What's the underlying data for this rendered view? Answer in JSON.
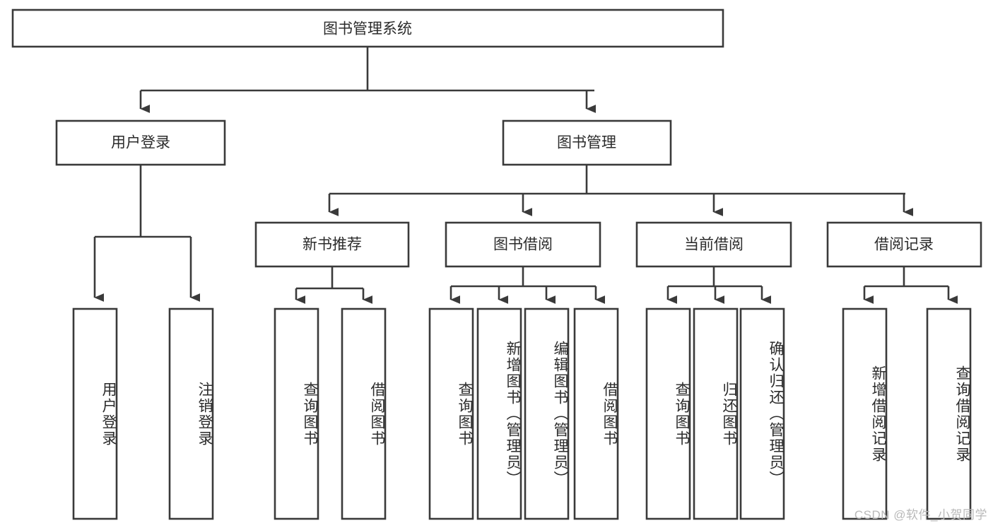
{
  "diagram": {
    "title": "图书管理系统",
    "type": "tree-hierarchy-chart",
    "background_color": "#ffffff",
    "line_color": "#3a3a3a",
    "text_color": "#2b2b2b",
    "root": {
      "label": "图书管理系统",
      "orientation": "horizontal"
    },
    "level2": [
      {
        "label": "用户登录",
        "orientation": "horizontal"
      },
      {
        "label": "图书管理",
        "orientation": "horizontal"
      }
    ],
    "level3": [
      {
        "label": "新书推荐",
        "orientation": "horizontal"
      },
      {
        "label": "图书借阅",
        "orientation": "horizontal"
      },
      {
        "label": "当前借阅",
        "orientation": "horizontal"
      },
      {
        "label": "借阅记录",
        "orientation": "horizontal"
      }
    ],
    "leaves": {
      "user_login": [
        {
          "label": "用户登录",
          "orientation": "vertical"
        },
        {
          "label": "注销登录",
          "orientation": "vertical"
        }
      ],
      "new_book_recommend": [
        {
          "label": "查询图书",
          "orientation": "vertical"
        },
        {
          "label": "借阅图书",
          "orientation": "vertical"
        }
      ],
      "book_borrow": [
        {
          "label": "查询图书",
          "orientation": "vertical"
        },
        {
          "label": "新增图书（管理员）",
          "orientation": "vertical"
        },
        {
          "label": "编辑图书（管理员）",
          "orientation": "vertical"
        },
        {
          "label": "借阅图书",
          "orientation": "vertical"
        }
      ],
      "current_borrow": [
        {
          "label": "查询图书",
          "orientation": "vertical"
        },
        {
          "label": "归还图书",
          "orientation": "vertical"
        },
        {
          "label": "确认归还（管理员）",
          "orientation": "vertical"
        }
      ],
      "borrow_record": [
        {
          "label": "新增借阅记录",
          "orientation": "vertical"
        },
        {
          "label": "查询借阅记录",
          "orientation": "vertical"
        }
      ]
    }
  },
  "watermark": {
    "text": "CSDN @软件_小贺同学"
  }
}
